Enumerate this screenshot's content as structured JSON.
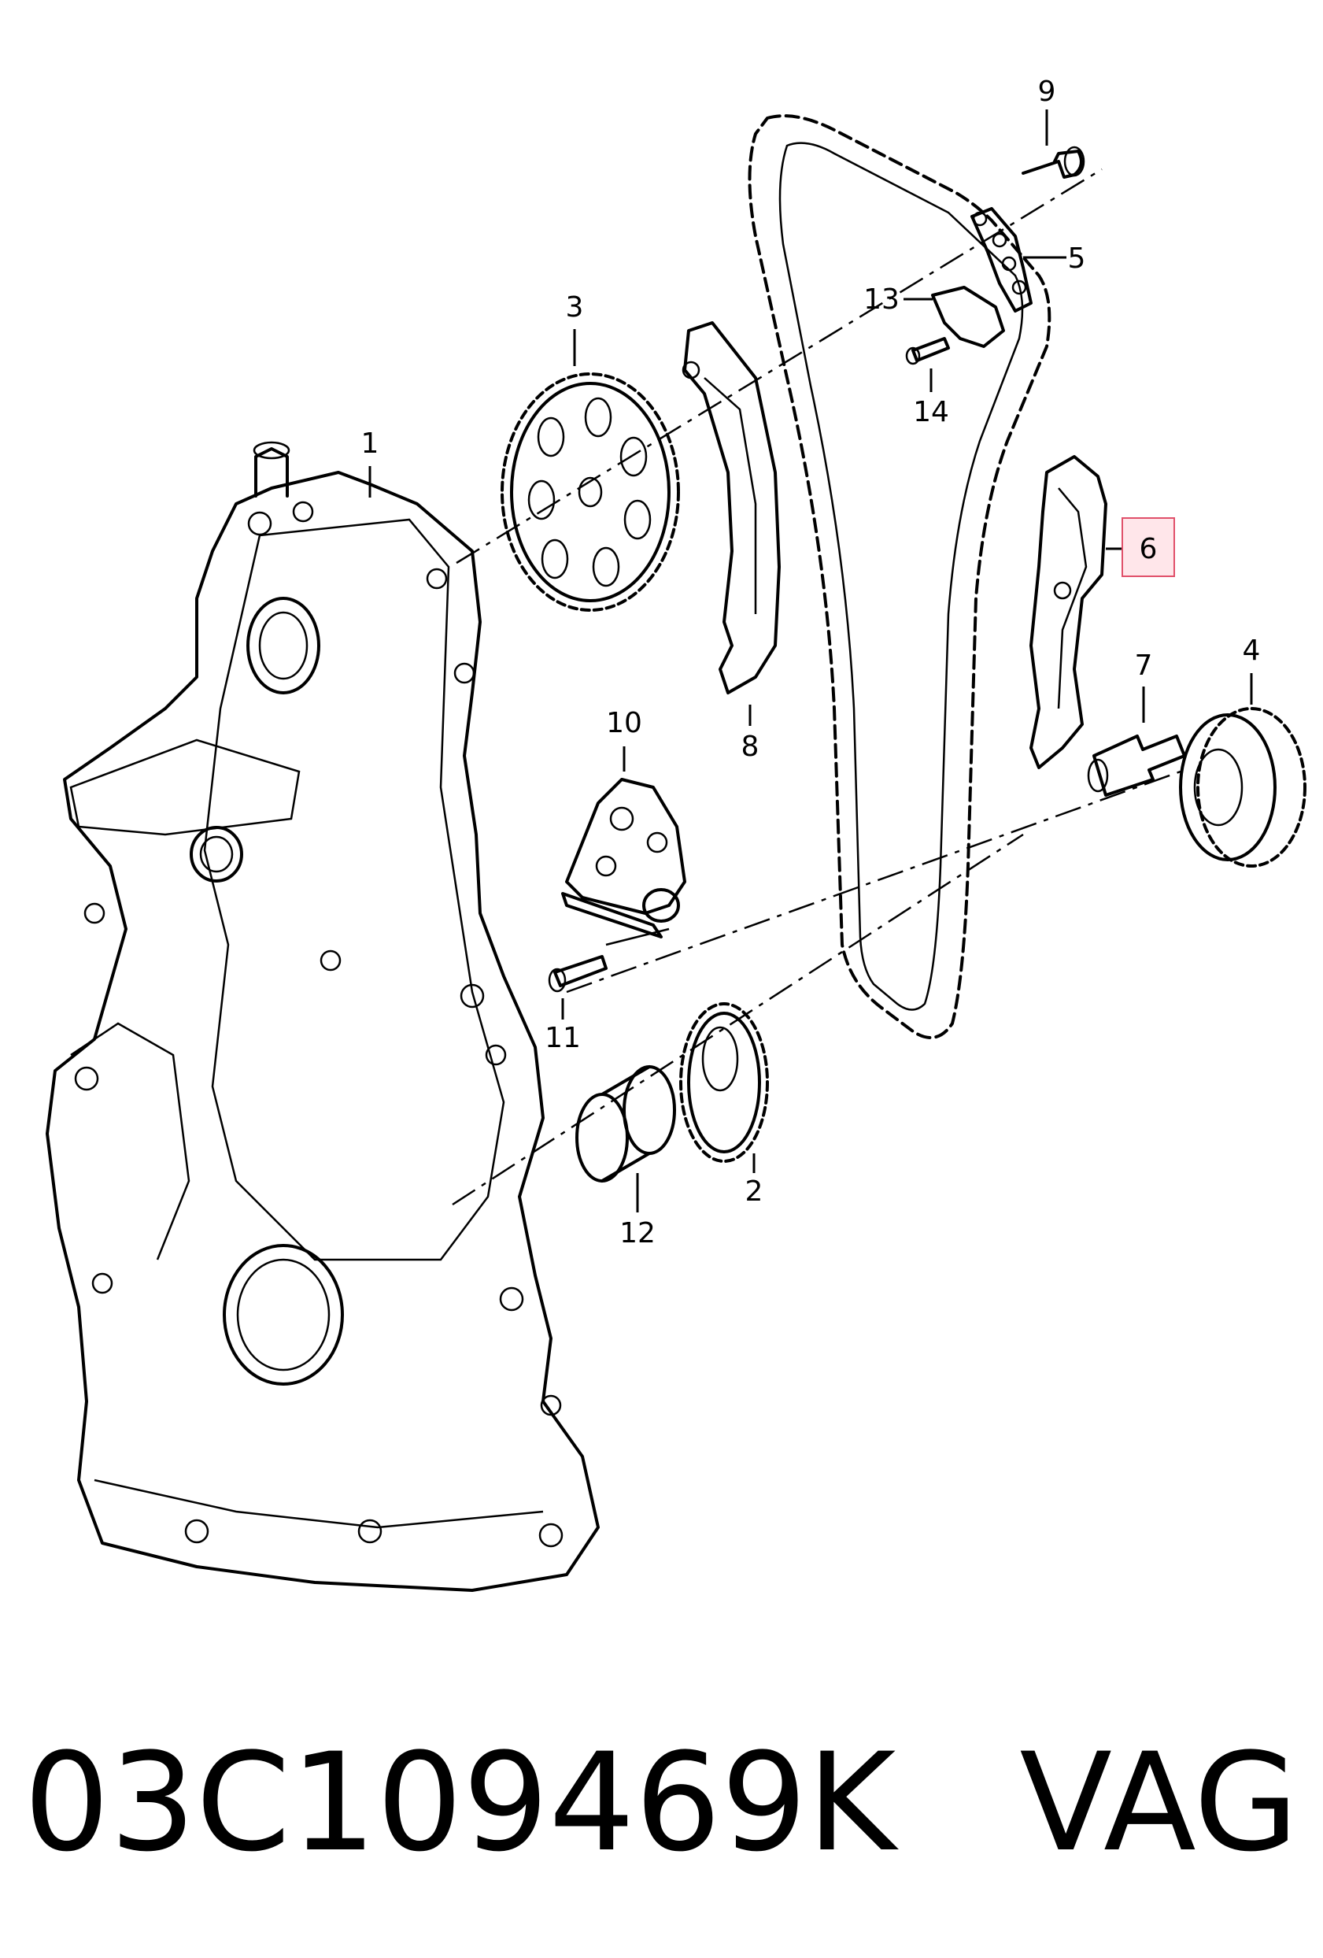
{
  "callouts": {
    "c1": "1",
    "c2": "2",
    "c3": "3",
    "c4": "4",
    "c5": "5",
    "c6": "6",
    "c7": "7",
    "c8": "8",
    "c9": "9",
    "c10": "10",
    "c11": "11",
    "c12": "12",
    "c13": "13",
    "c14": "14"
  },
  "highlight": {
    "callout": "6",
    "color": "#e0506a"
  },
  "caption": {
    "part_number": "03C109469K",
    "brand": "VAG"
  }
}
